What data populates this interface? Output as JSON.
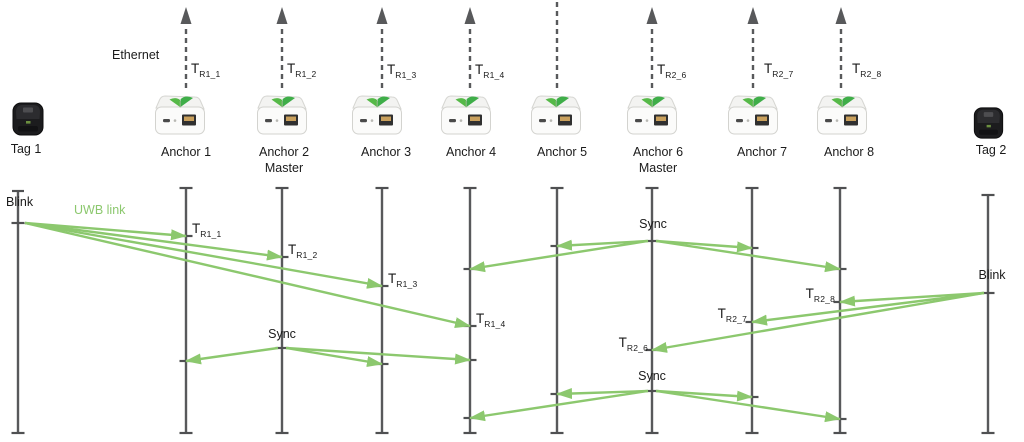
{
  "colors": {
    "uwb_green": "#8cc86e",
    "line_gray": "#58595b",
    "text": "#1b1b1b"
  },
  "labels": {
    "ethernet": "Ethernet",
    "uwb_link": "UWB link",
    "sync": "Sync"
  },
  "tags": [
    {
      "name": "Tag 1",
      "event": "Blink"
    },
    {
      "name": "Tag 2",
      "event": "Blink"
    }
  ],
  "anchors": [
    {
      "name": "Anchor 1",
      "t_prefix": "T",
      "t_sub": "R1_1"
    },
    {
      "name": "Anchor 2",
      "t_prefix": "T",
      "t_sub": "R1_2",
      "role": "Master"
    },
    {
      "name": "Anchor 3",
      "t_prefix": "T",
      "t_sub": "R1_3"
    },
    {
      "name": "Anchor 4",
      "t_prefix": "T",
      "t_sub": "R1_4"
    },
    {
      "name": "Anchor 5"
    },
    {
      "name": "Anchor 6",
      "t_prefix": "T",
      "t_sub": "R2_6",
      "role": "Master"
    },
    {
      "name": "Anchor 7",
      "t_prefix": "T",
      "t_sub": "R2_7"
    },
    {
      "name": "Anchor 8",
      "t_prefix": "T",
      "t_sub": "R2_8"
    }
  ],
  "message_flows": [
    {
      "type": "Blink",
      "from": "Tag 1",
      "to": [
        "Anchor 1",
        "Anchor 2",
        "Anchor 3",
        "Anchor 4"
      ]
    },
    {
      "type": "Sync",
      "from": "Anchor 2",
      "to": [
        "Anchor 1",
        "Anchor 3",
        "Anchor 4"
      ]
    },
    {
      "type": "Sync",
      "from": "Anchor 6",
      "to": [
        "Anchor 5",
        "Anchor 4",
        "Anchor 7",
        "Anchor 8"
      ]
    },
    {
      "type": "Blink",
      "from": "Tag 2",
      "to": [
        "Anchor 8",
        "Anchor 7",
        "Anchor 6"
      ]
    },
    {
      "type": "Sync",
      "from": "Anchor 6",
      "to": [
        "Anchor 5",
        "Anchor 4",
        "Anchor 7",
        "Anchor 8"
      ]
    }
  ],
  "ethernet_uplinks": [
    "Anchor 1",
    "Anchor 2",
    "Anchor 3",
    "Anchor 4",
    "Anchor 6",
    "Anchor 7",
    "Anchor 8"
  ]
}
